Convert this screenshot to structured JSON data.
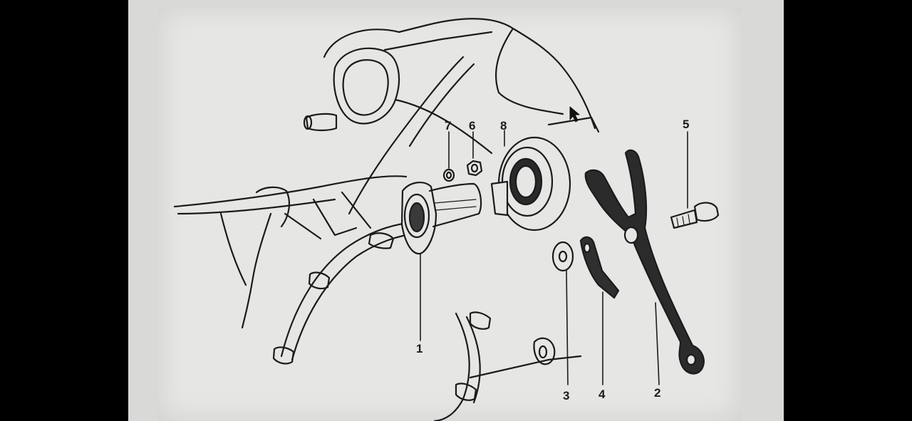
{
  "callouts": [
    {
      "id": "part-1",
      "label": "1"
    },
    {
      "id": "part-2",
      "label": "2"
    },
    {
      "id": "part-3",
      "label": "3"
    },
    {
      "id": "part-4",
      "label": "4"
    },
    {
      "id": "part-5",
      "label": "5"
    },
    {
      "id": "part-6",
      "label": "6"
    },
    {
      "id": "part-7",
      "label": "7"
    },
    {
      "id": "part-8",
      "label": "8"
    }
  ],
  "colors": {
    "background": "#000000",
    "paper": "#e6e6e4",
    "ink": "#1b1b1b"
  }
}
